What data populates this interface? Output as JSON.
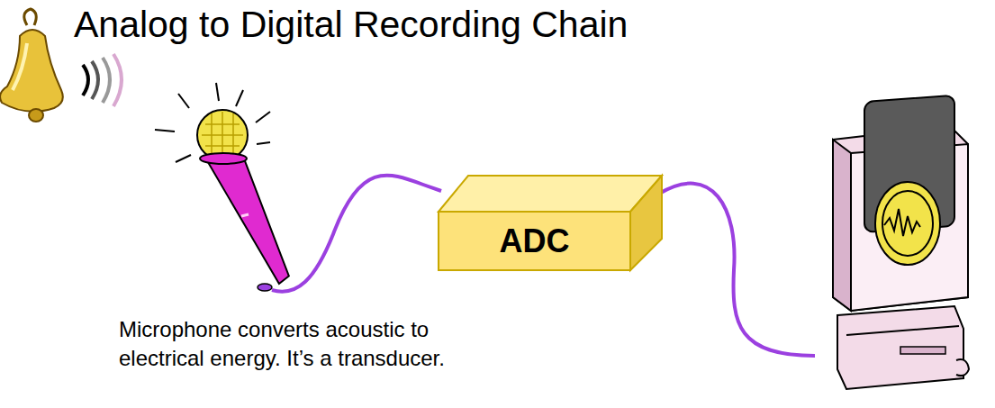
{
  "diagram": {
    "title": "Analog to Digital Recording Chain",
    "caption": "Microphone converts acoustic to electrical energy. It’s a transducer.",
    "nodes": [
      {
        "text": [
          "ADC"
        ]
      }
    ]
  }
}
